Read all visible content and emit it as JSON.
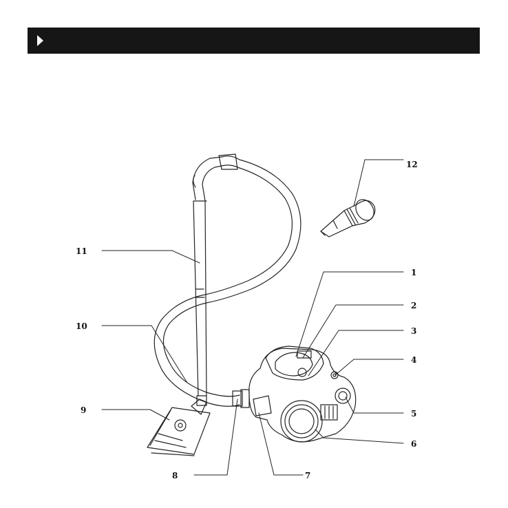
{
  "header": {
    "icon": "triangle-right-icon",
    "bar_color": "#161616"
  },
  "callouts": [
    {
      "id": "1",
      "label": "1"
    },
    {
      "id": "2",
      "label": "2"
    },
    {
      "id": "3",
      "label": "3"
    },
    {
      "id": "4",
      "label": "4"
    },
    {
      "id": "5",
      "label": "5"
    },
    {
      "id": "6",
      "label": "6"
    },
    {
      "id": "7",
      "label": "7"
    },
    {
      "id": "8",
      "label": "8"
    },
    {
      "id": "9",
      "label": "9"
    },
    {
      "id": "10",
      "label": "10"
    },
    {
      "id": "11",
      "label": "11"
    },
    {
      "id": "12",
      "label": "12"
    }
  ]
}
